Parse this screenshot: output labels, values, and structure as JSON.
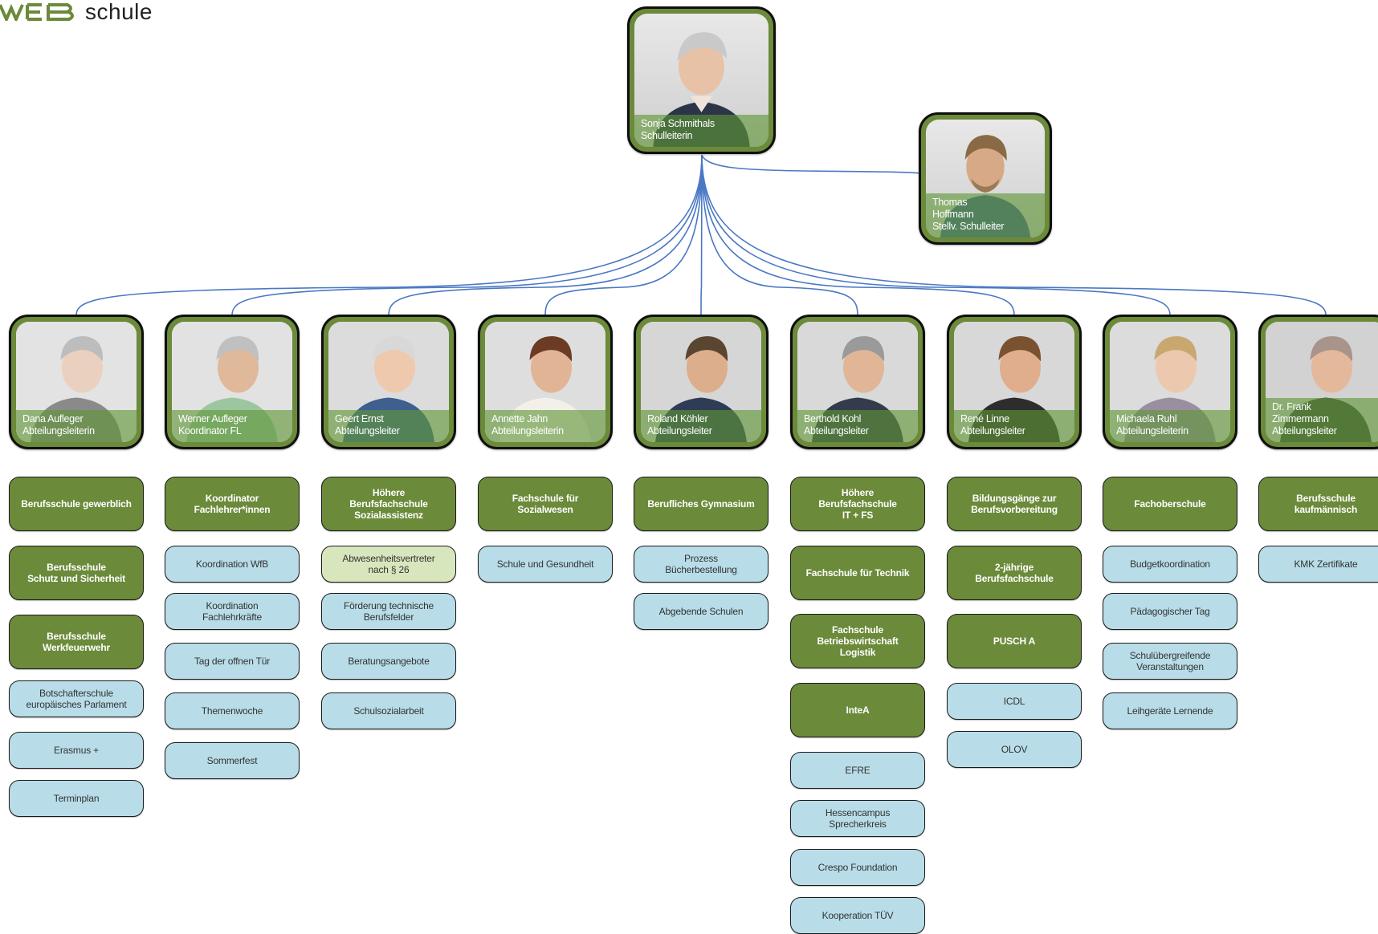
{
  "logo": {
    "text": "schule"
  },
  "colors": {
    "green": "#6b8a3a",
    "blue": "#b8dde8",
    "light_green": "#d8e6bd",
    "connector": "#4a78c4"
  },
  "head": {
    "name": "Sonja Schmithals",
    "role": "Schulleiterin"
  },
  "deputy": {
    "name": "Thomas\nHoffmann",
    "role": "Stellv. Schulleiter"
  },
  "departments": [
    {
      "name": "Dana Aufleger",
      "role": "Abteilungsleiterin",
      "boxes": [
        {
          "text": "Berufsschule gewerblich",
          "style": "green"
        },
        {
          "text": "Berufsschule\nSchutz und Sicherheit",
          "style": "green"
        },
        {
          "text": "Berufsschule\nWerkfeuerwehr",
          "style": "green"
        },
        {
          "text": "Botschafterschule\neuropäisches Parlament",
          "style": "blue"
        },
        {
          "text": "Erasmus +",
          "style": "blue"
        },
        {
          "text": "Terminplan",
          "style": "blue"
        }
      ]
    },
    {
      "name": "Werner Aufleger",
      "role": "Koordinator FL",
      "boxes": [
        {
          "text": "Koordinator\nFachlehrer*innen",
          "style": "green"
        },
        {
          "text": "Koordination WfB",
          "style": "blue"
        },
        {
          "text": "Koordination\nFachlehrkräfte",
          "style": "blue"
        },
        {
          "text": "Tag der offnen Tür",
          "style": "blue"
        },
        {
          "text": "Themenwoche",
          "style": "blue"
        },
        {
          "text": "Sommerfest",
          "style": "blue"
        }
      ]
    },
    {
      "name": "Geert Ernst",
      "role": "Abteilungsleiter",
      "boxes": [
        {
          "text": "Höhere\nBerufsfachschule\nSozialassistenz",
          "style": "green"
        },
        {
          "text": "Abwesenheitsvertreter\nnach § 26",
          "style": "lightgreen"
        },
        {
          "text": "Förderung technische\nBerufsfelder",
          "style": "blue"
        },
        {
          "text": "Beratungsangebote",
          "style": "blue"
        },
        {
          "text": "Schulsozialarbeit",
          "style": "blue"
        }
      ]
    },
    {
      "name": "Annette Jahn",
      "role": "Abteilungsleiterin",
      "boxes": [
        {
          "text": "Fachschule für\nSozialwesen",
          "style": "green"
        },
        {
          "text": "Schule und Gesundheit",
          "style": "blue"
        }
      ]
    },
    {
      "name": "Roland Köhler",
      "role": "Abteilungsleiter",
      "boxes": [
        {
          "text": "Berufliches Gymnasium",
          "style": "green"
        },
        {
          "text": "Prozess\nBücherbestellung",
          "style": "blue"
        },
        {
          "text": "Abgebende Schulen",
          "style": "blue"
        }
      ]
    },
    {
      "name": "Berthold Kohl",
      "role": "Abteilungsleiter",
      "boxes": [
        {
          "text": "Höhere\nBerufsfachschule\nIT + FS",
          "style": "green"
        },
        {
          "text": "Fachschule für Technik",
          "style": "green"
        },
        {
          "text": "Fachschule\nBetriebswirtschaft\nLogistik",
          "style": "green"
        },
        {
          "text": "InteA",
          "style": "green"
        },
        {
          "text": "EFRE",
          "style": "blue"
        },
        {
          "text": "Hessencampus\nSprecherkreis",
          "style": "blue"
        },
        {
          "text": "Crespo Foundation",
          "style": "blue"
        },
        {
          "text": "Kooperation TÜV",
          "style": "blue"
        }
      ]
    },
    {
      "name": "René Linne",
      "role": "Abteilungsleiter",
      "boxes": [
        {
          "text": "Bildungsgänge zur\nBerufsvorbereitung",
          "style": "green"
        },
        {
          "text": "2-jährige\nBerufsfachschule",
          "style": "green"
        },
        {
          "text": "PUSCH A",
          "style": "green"
        },
        {
          "text": "ICDL",
          "style": "blue"
        },
        {
          "text": "OLOV",
          "style": "blue"
        }
      ]
    },
    {
      "name": "Michaela Ruhl",
      "role": "Abteilungsleiterin",
      "boxes": [
        {
          "text": "Fachoberschule",
          "style": "green"
        },
        {
          "text": "Budgetkoordination",
          "style": "blue"
        },
        {
          "text": "Pädagogischer Tag",
          "style": "blue"
        },
        {
          "text": "Schulübergreifende\nVeranstaltungen",
          "style": "blue"
        },
        {
          "text": "Leihgeräte Lernende",
          "style": "blue"
        }
      ]
    },
    {
      "name": "Dr. Frank\nZimmermann",
      "role": "Abteilungsleiter",
      "boxes": [
        {
          "text": "Berufsschule\nkaufmännisch",
          "style": "green"
        },
        {
          "text": "KMK Zertifikate",
          "style": "blue"
        }
      ]
    }
  ]
}
